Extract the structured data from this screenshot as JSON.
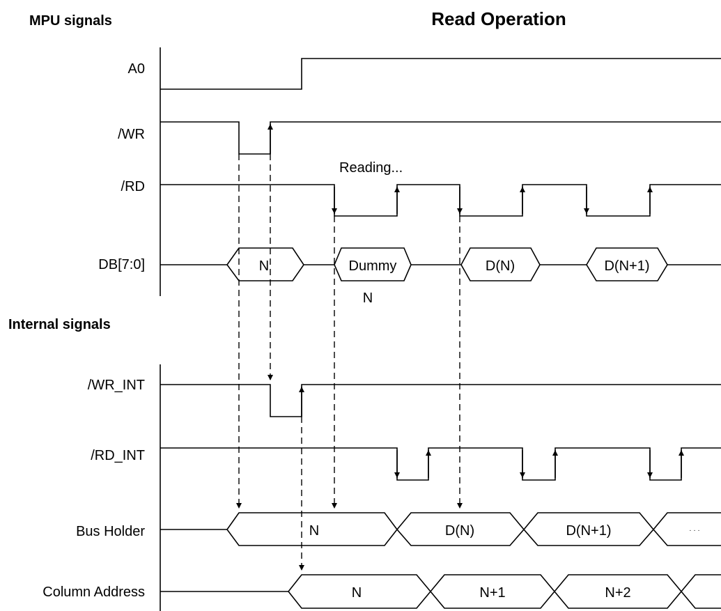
{
  "title": "Read Operation",
  "sections": {
    "mpu": "MPU signals",
    "internal": "Internal signals"
  },
  "signals": {
    "a0": "A0",
    "wr": "/WR",
    "rd": "/RD",
    "db": "DB[7:0]",
    "wr_int": "/WR_INT",
    "rd_int": "/RD_INT",
    "bus_holder": "Bus Holder",
    "column_address": "Column Address"
  },
  "annotations": {
    "reading": "Reading..."
  },
  "db_values": {
    "n": "N",
    "dummy": "Dummy",
    "dummy_sub": "N",
    "dn": "D(N)",
    "dn1": "D(N+1)"
  },
  "bus_holder_values": {
    "n": "N",
    "dn": "D(N)",
    "dn1": "D(N+1)",
    "more": "· · ·"
  },
  "column_address_values": {
    "n": "N",
    "n1": "N+1",
    "n2": "N+2"
  }
}
